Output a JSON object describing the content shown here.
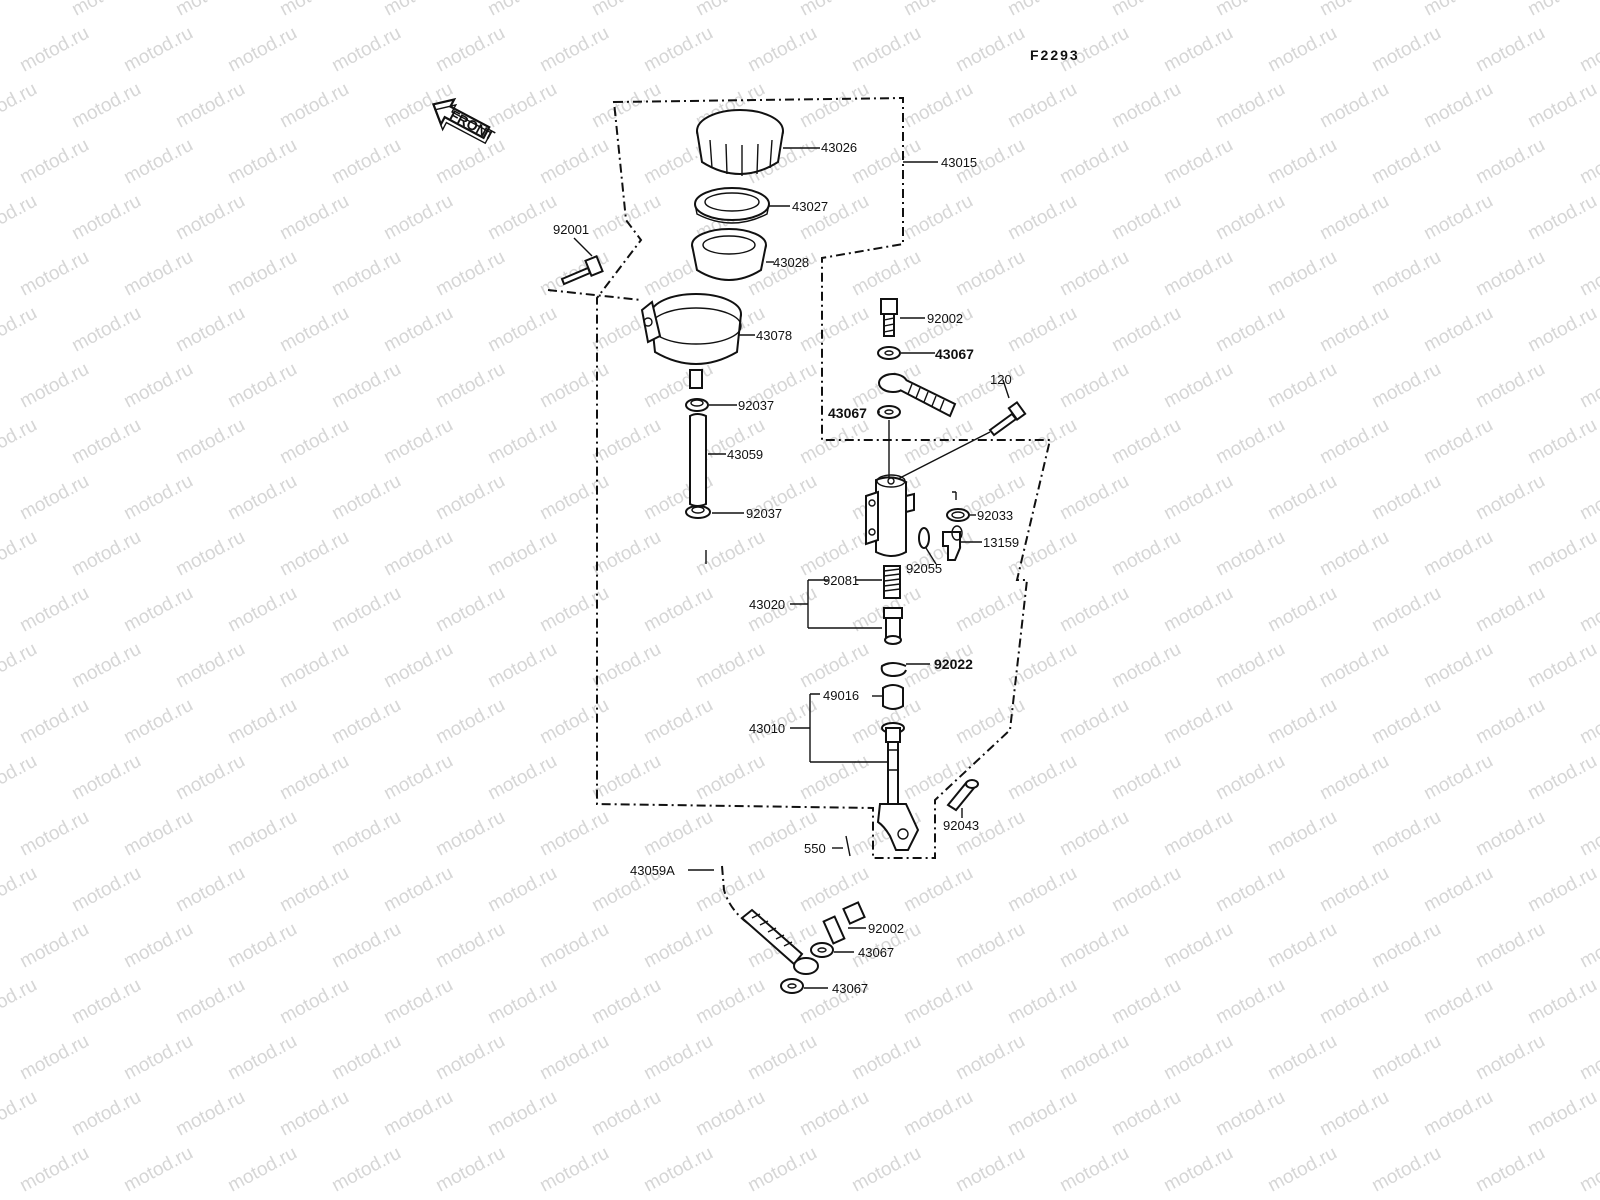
{
  "figure_code": "F2293",
  "watermark_text": "motod.ru",
  "front_label": "FRONT",
  "parts": {
    "p43026": "43026",
    "p43015": "43015",
    "p43027": "43027",
    "p92001": "92001",
    "p43028": "43028",
    "p92002_top": "92002",
    "p43078": "43078",
    "p43067_a": "43067",
    "p120": "120",
    "p92037_top": "92037",
    "p43067_b": "43067",
    "p43059": "43059",
    "p92033": "92033",
    "p92037_bottom": "92037",
    "p13159": "13159",
    "p92055": "92055",
    "p92081": "92081",
    "p43020": "43020",
    "p92022": "92022",
    "p49016": "49016",
    "p43010": "43010",
    "p92043": "92043",
    "p550": "550",
    "p43059A": "43059A",
    "p92002_bottom": "92002",
    "p43067_c": "43067",
    "p43067_d": "43067"
  },
  "colors": {
    "ink": "#111111",
    "watermark": "#d6d6d6",
    "background": "#ffffff"
  }
}
